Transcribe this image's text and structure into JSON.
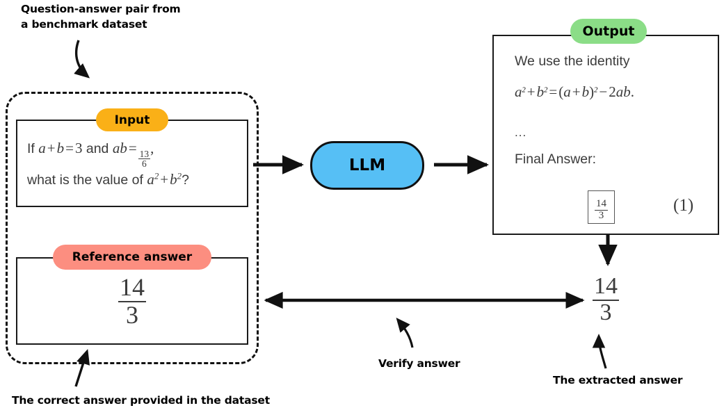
{
  "diagram": {
    "title_semantic": "llm-answer-verification-pipeline",
    "colors": {
      "input_badge": "#FAB017",
      "reference_badge": "#FC8E80",
      "output_badge": "#8BDD87",
      "llm_node": "#56BFF5",
      "stroke": "#111111",
      "math_text": "#3b3b3b"
    }
  },
  "annotations": {
    "top_left": "Question-answer pair from\na benchmark dataset",
    "bottom_left": "The correct answer provided in the dataset",
    "verify": "Verify answer",
    "extracted": "The extracted answer"
  },
  "input_panel": {
    "badge": "Input",
    "question_line1_prefix": "If ",
    "q_a": "a",
    "q_plus": "+",
    "q_b": "b",
    "q_eq": "=",
    "q_three": "3",
    "q_and": " and ",
    "q_ab": "ab",
    "q_eq2": "=",
    "q_frac_num": "13",
    "q_frac_den": "6",
    "q_comma": ",",
    "question_line2_prefix": "what is the value of ",
    "q_a2_base": "a",
    "q_a2_exp": "2",
    "q_plus2": "+",
    "q_b2_base": "b",
    "q_b2_exp": "2",
    "q_qmark": "?"
  },
  "reference_panel": {
    "badge": "Reference answer",
    "answer_num": "14",
    "answer_den": "3"
  },
  "llm": {
    "label": "LLM"
  },
  "output_panel": {
    "badge": "Output",
    "line1": "We use the identity",
    "identity": {
      "a_base": "a",
      "a_exp": "2",
      "plus": "+",
      "b_base": "b",
      "b_exp": "2",
      "equals": "=",
      "open": "(",
      "ga": "a",
      "gplus": "+",
      "gb": "b",
      "close": ")",
      "gexp": "2",
      "minus": "−",
      "two": "2",
      "ab": "ab",
      "period": "."
    },
    "ellipsis": "...",
    "final_answer_label": "Final Answer:",
    "boxed_num": "14",
    "boxed_den": "3",
    "equation_number": "(1)"
  },
  "extracted_answer": {
    "num": "14",
    "den": "3"
  }
}
